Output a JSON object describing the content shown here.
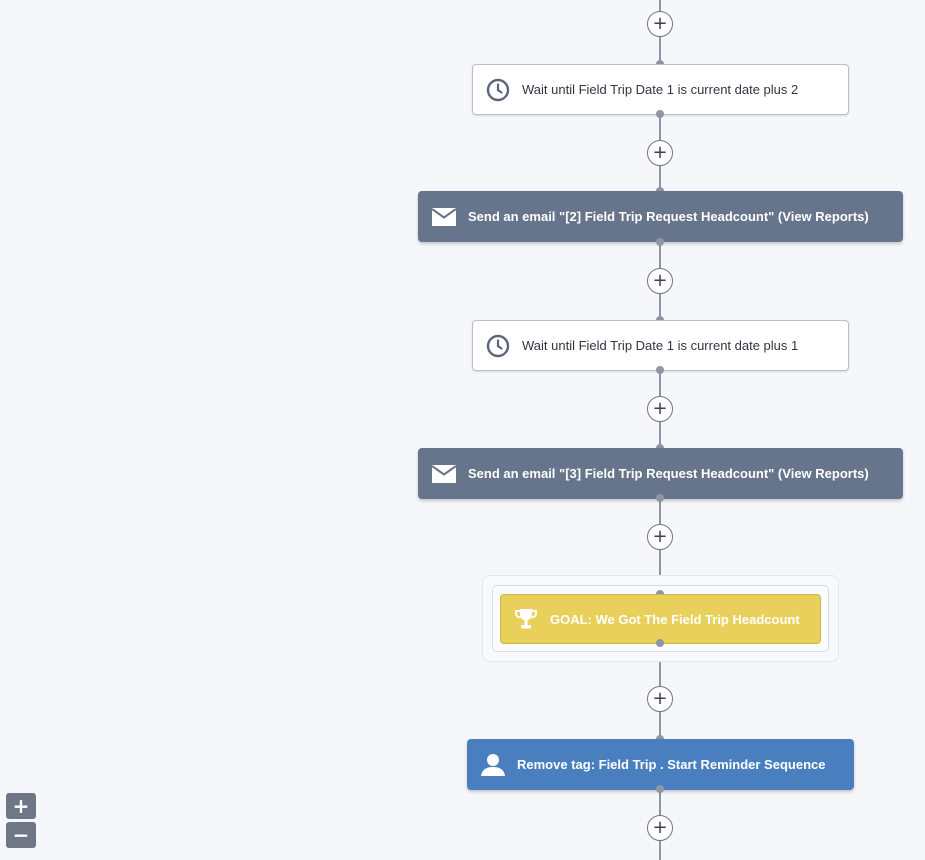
{
  "workflow": {
    "steps": [
      {
        "type": "wait",
        "icon": "clock-icon",
        "label": "Wait until Field Trip Date 1 is current date plus 2"
      },
      {
        "type": "email",
        "icon": "envelope-icon",
        "label": "Send an email \"[2] Field Trip Request Headcount\" (View Reports)"
      },
      {
        "type": "wait",
        "icon": "clock-icon",
        "label": "Wait until Field Trip Date 1 is current date plus 1"
      },
      {
        "type": "email",
        "icon": "envelope-icon",
        "label": "Send an email \"[3] Field Trip Request Headcount\" (View Reports)"
      },
      {
        "type": "goal",
        "icon": "trophy-icon",
        "label": "GOAL: We Got The Field Trip Headcount"
      },
      {
        "type": "tag",
        "icon": "user-icon",
        "label": "Remove tag: Field Trip . Start Reminder Sequence"
      }
    ],
    "add_label": "+"
  },
  "zoom": {
    "in_label": "+",
    "out_label": "−"
  },
  "colors": {
    "background": "#f6f7fb",
    "connector": "#8f96a3",
    "email_node": "#66748c",
    "goal_node": "#e9d05a",
    "tag_node": "#4a7fbf"
  }
}
